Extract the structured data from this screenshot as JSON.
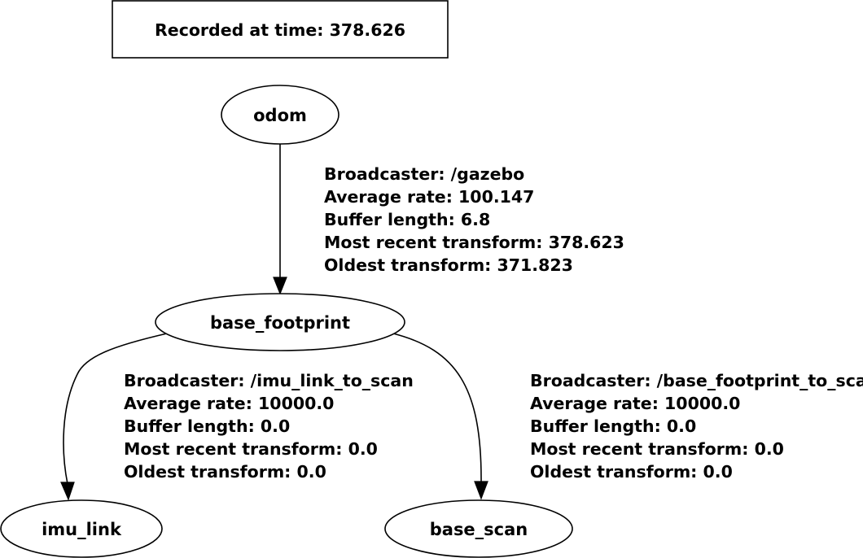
{
  "header": {
    "recorded_at": "Recorded at time: 378.626"
  },
  "nodes": {
    "odom": "odom",
    "base_footprint": "base_footprint",
    "imu_link": "imu_link",
    "base_scan": "base_scan"
  },
  "edges": {
    "odom_to_base_footprint": {
      "broadcaster": "Broadcaster: /gazebo",
      "average_rate": "Average rate: 100.147",
      "buffer_length": "Buffer length: 6.8",
      "most_recent": "Most recent transform: 378.623",
      "oldest": "Oldest transform: 371.823"
    },
    "base_footprint_to_imu_link": {
      "broadcaster": "Broadcaster: /imu_link_to_scan",
      "average_rate": "Average rate: 10000.0",
      "buffer_length": "Buffer length: 0.0",
      "most_recent": "Most recent transform: 0.0",
      "oldest": "Oldest transform: 0.0"
    },
    "base_footprint_to_base_scan": {
      "broadcaster": "Broadcaster: /base_footprint_to_scan",
      "average_rate": "Average rate: 10000.0",
      "buffer_length": "Buffer length: 0.0",
      "most_recent": "Most recent transform: 0.0",
      "oldest": "Oldest transform: 0.0"
    }
  }
}
